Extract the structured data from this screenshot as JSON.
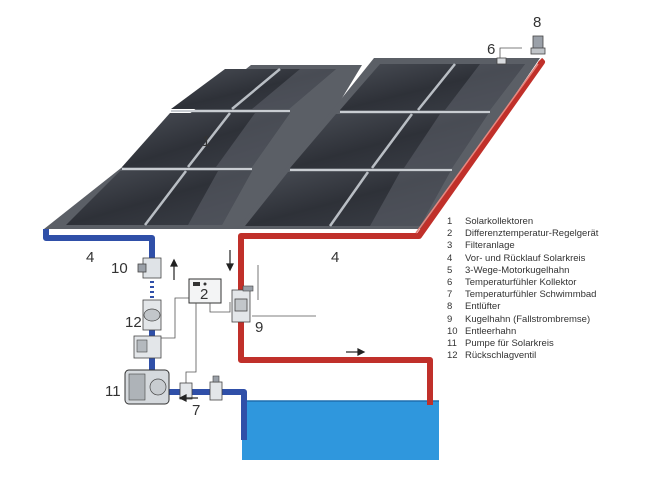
{
  "diagram": {
    "colors": {
      "pipe_blue": "#2f4fa8",
      "pipe_red": "#c0302a",
      "pool_water": "#2f97dd",
      "collector_dark": "#34373f",
      "collector_light": "#8a9099",
      "frame": "#5b5f66"
    },
    "callouts": {
      "c1": "1",
      "c2": "2",
      "c4_left": "4",
      "c4_right": "4",
      "c6": "6",
      "c7": "7",
      "c8": "8",
      "c9": "9",
      "c10": "10",
      "c11": "11",
      "c12": "12"
    },
    "legend": [
      {
        "num": "1",
        "text": "Solarkollektoren"
      },
      {
        "num": "2",
        "text": "Differenztemperatur-Regelgerät"
      },
      {
        "num": "3",
        "text": "Filteranlage"
      },
      {
        "num": "4",
        "text": "Vor- und Rücklauf Solarkreis"
      },
      {
        "num": "5",
        "text": "3-Wege-Motorkugelhahn"
      },
      {
        "num": "6",
        "text": "Temperaturfühler Kollektor"
      },
      {
        "num": "7",
        "text": "Temperaturfühler Schwimmbad"
      },
      {
        "num": "8",
        "text": "Entlüfter"
      },
      {
        "num": "9",
        "text": "Kugelhahn (Fallstrombremse)"
      },
      {
        "num": "10",
        "text": "Entleerhahn"
      },
      {
        "num": "11",
        "text": "Pumpe für Solarkreis"
      },
      {
        "num": "12",
        "text": "Rückschlagventil"
      }
    ]
  }
}
